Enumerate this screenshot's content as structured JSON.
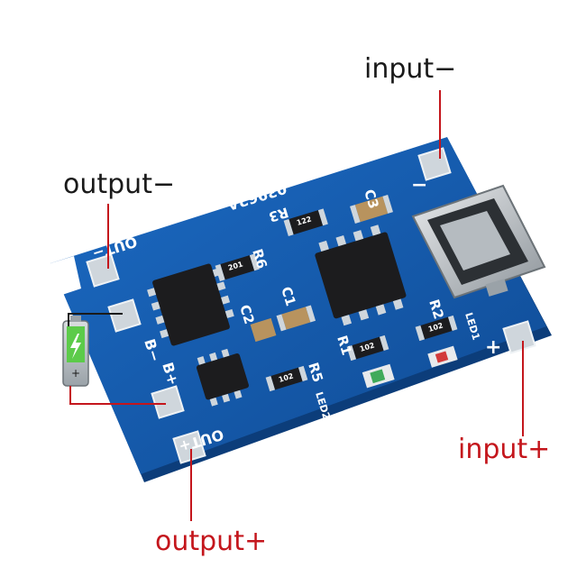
{
  "labels": {
    "input_minus": "input−",
    "output_minus": "output−",
    "input_plus": "input+",
    "output_plus": "output+"
  },
  "silkscreen": {
    "board_id": "03962A",
    "out_minus": "OUT−",
    "out_plus": "OUT+",
    "b_minus": "B−",
    "b_plus": "B+",
    "r1": "R1",
    "r2": "R2",
    "r3": "R3",
    "r5": "R5",
    "r6": "R6",
    "c1": "C1",
    "c2": "C2",
    "c3": "C3",
    "led1": "LED1",
    "led2": "LED2",
    "r1_code": "102",
    "r2_code": "102",
    "r3_code": "122",
    "r6_code": "201",
    "r5_code": "102",
    "in_plus": "+",
    "in_minus": "−"
  },
  "colors": {
    "pcb": "#1457a8",
    "pcb_edge": "#0c3d7a",
    "annotation_red": "#c4161c",
    "annotation_black": "#1a1a1a"
  }
}
